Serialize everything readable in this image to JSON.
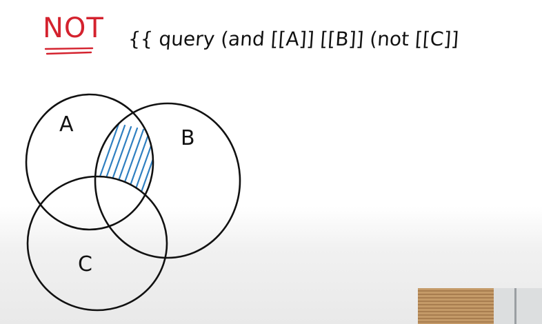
{
  "heading": "NOT",
  "query": "{{ query (and [[A]] [[B]] (not [[C]]",
  "sets": {
    "a": "A",
    "b": "B",
    "c": "C"
  },
  "colors": {
    "heading": "#d4222e",
    "shading": "#2f7fc1",
    "ink": "#111111"
  }
}
